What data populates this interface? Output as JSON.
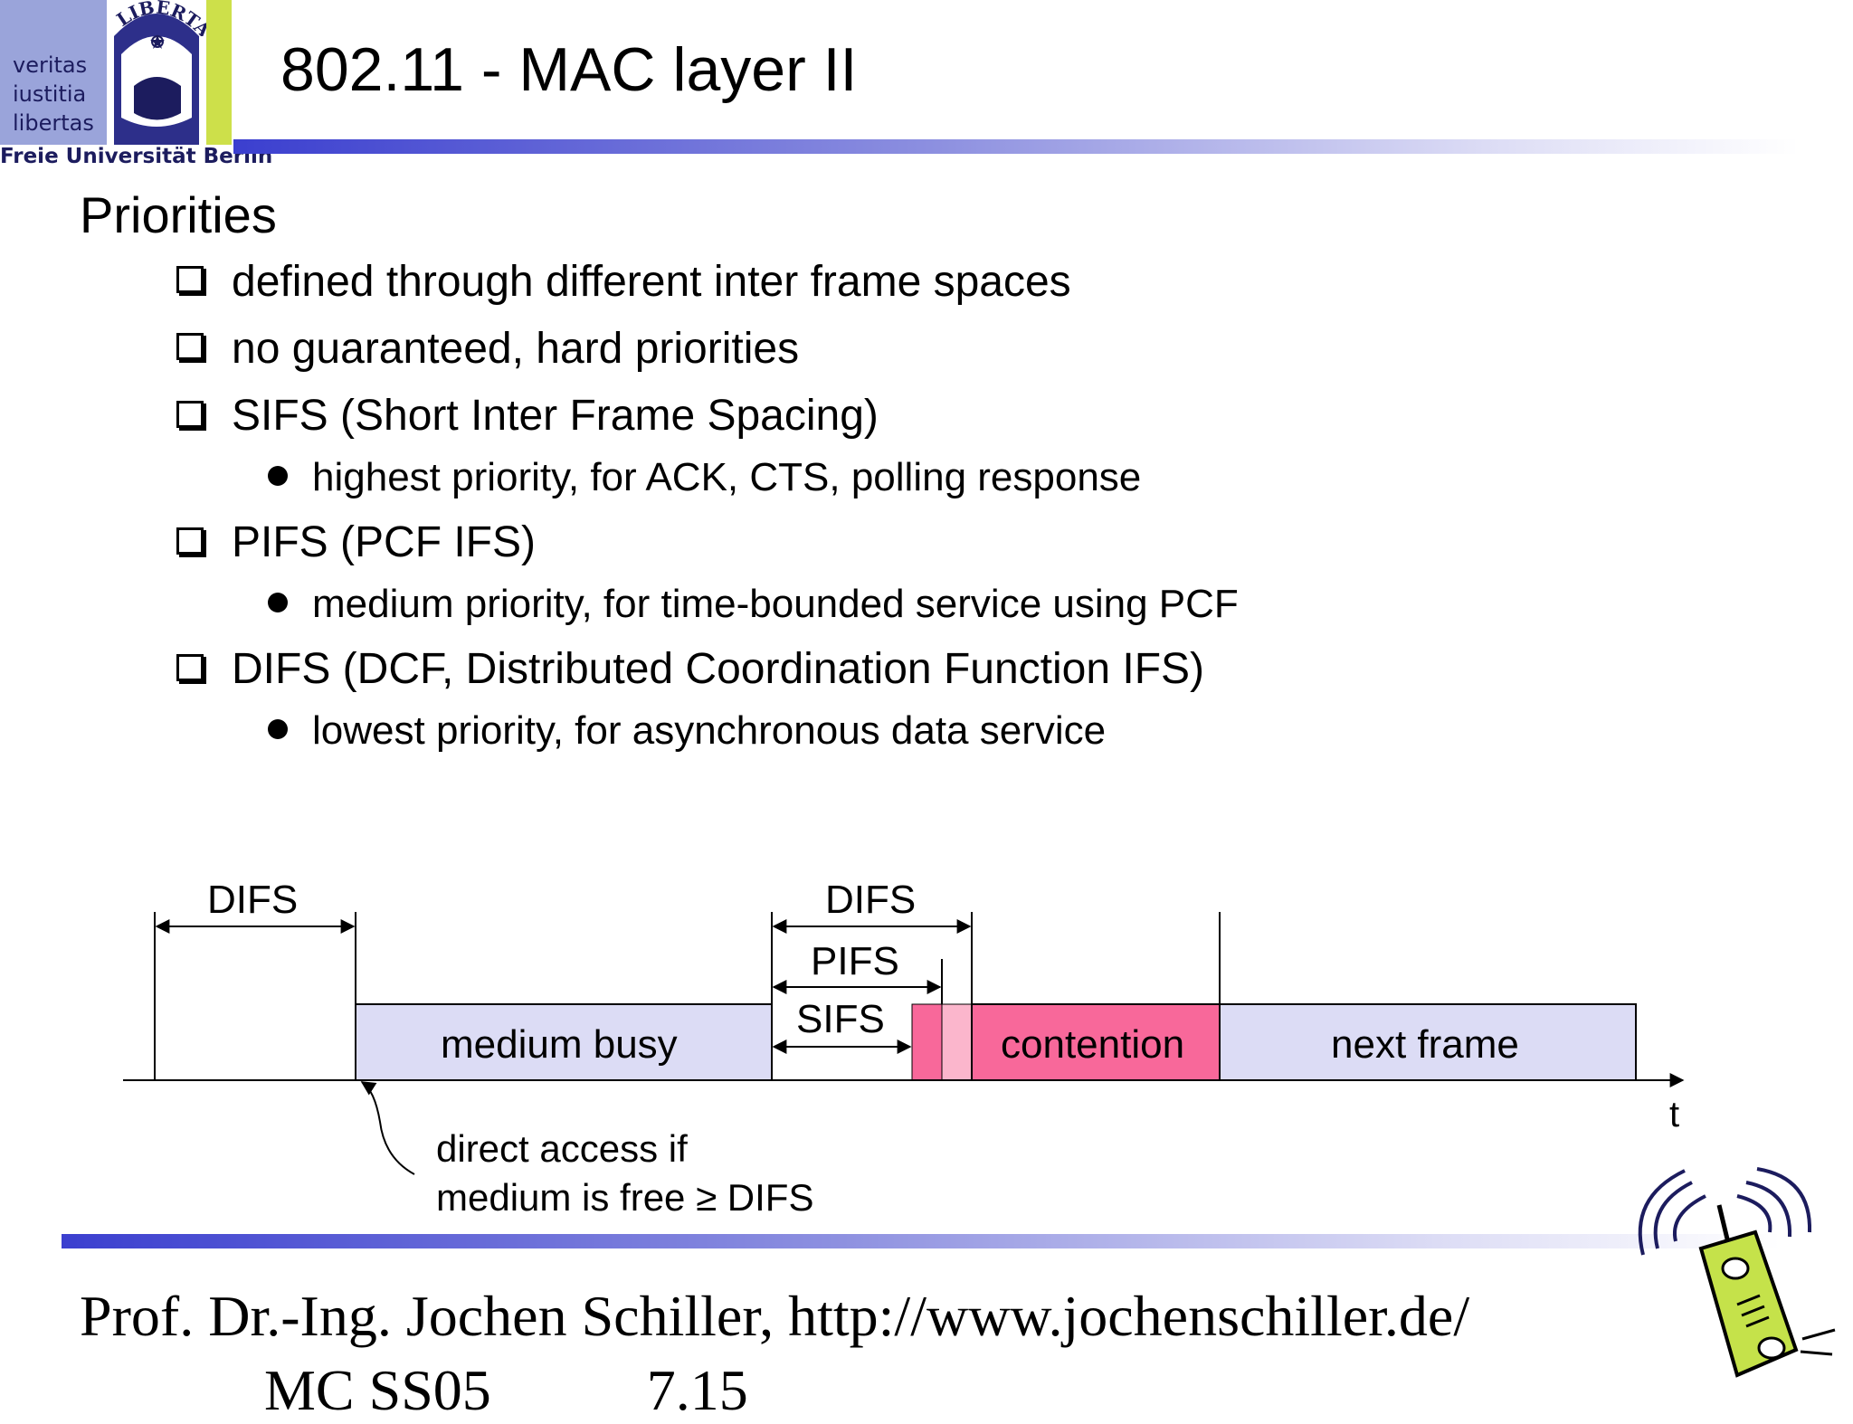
{
  "header": {
    "motto": [
      "veritas",
      "iustitia",
      "libertas"
    ],
    "seal_text": "LIBERTAS",
    "university": "Freie Universität Berlin",
    "title": "802.11 - MAC layer II"
  },
  "main": {
    "heading": "Priorities",
    "bullets": [
      {
        "text": "defined through different inter frame spaces"
      },
      {
        "text": "no guaranteed, hard priorities"
      },
      {
        "text": "SIFS (Short Inter Frame Spacing)",
        "sub": "highest priority, for ACK, CTS, polling response"
      },
      {
        "text": "PIFS (PCF IFS)",
        "sub": "medium priority, for time-bounded service using PCF"
      },
      {
        "text": "DIFS (DCF, Distributed Coordination Function IFS)",
        "sub": "lowest priority, for asynchronous data service"
      }
    ]
  },
  "diagram": {
    "labels": {
      "difs_left": "DIFS",
      "difs_right": "DIFS",
      "pifs": "PIFS",
      "sifs": "SIFS",
      "medium_busy": "medium busy",
      "contention": "contention",
      "next_frame": "next frame",
      "time_axis": "t",
      "note_line1": "direct access if",
      "note_line2": "medium is free ≥ DIFS"
    },
    "colors": {
      "busy_fill": "#dcdcf5",
      "contention_fill": "#f8689a",
      "contention_light": "#fbb6cc",
      "outline": "#000000"
    }
  },
  "footer": {
    "author": "Prof. Dr.-Ing. Jochen Schiller, http://www.jochenschiller.de/",
    "course": "MC SS05",
    "page": "7.15"
  }
}
